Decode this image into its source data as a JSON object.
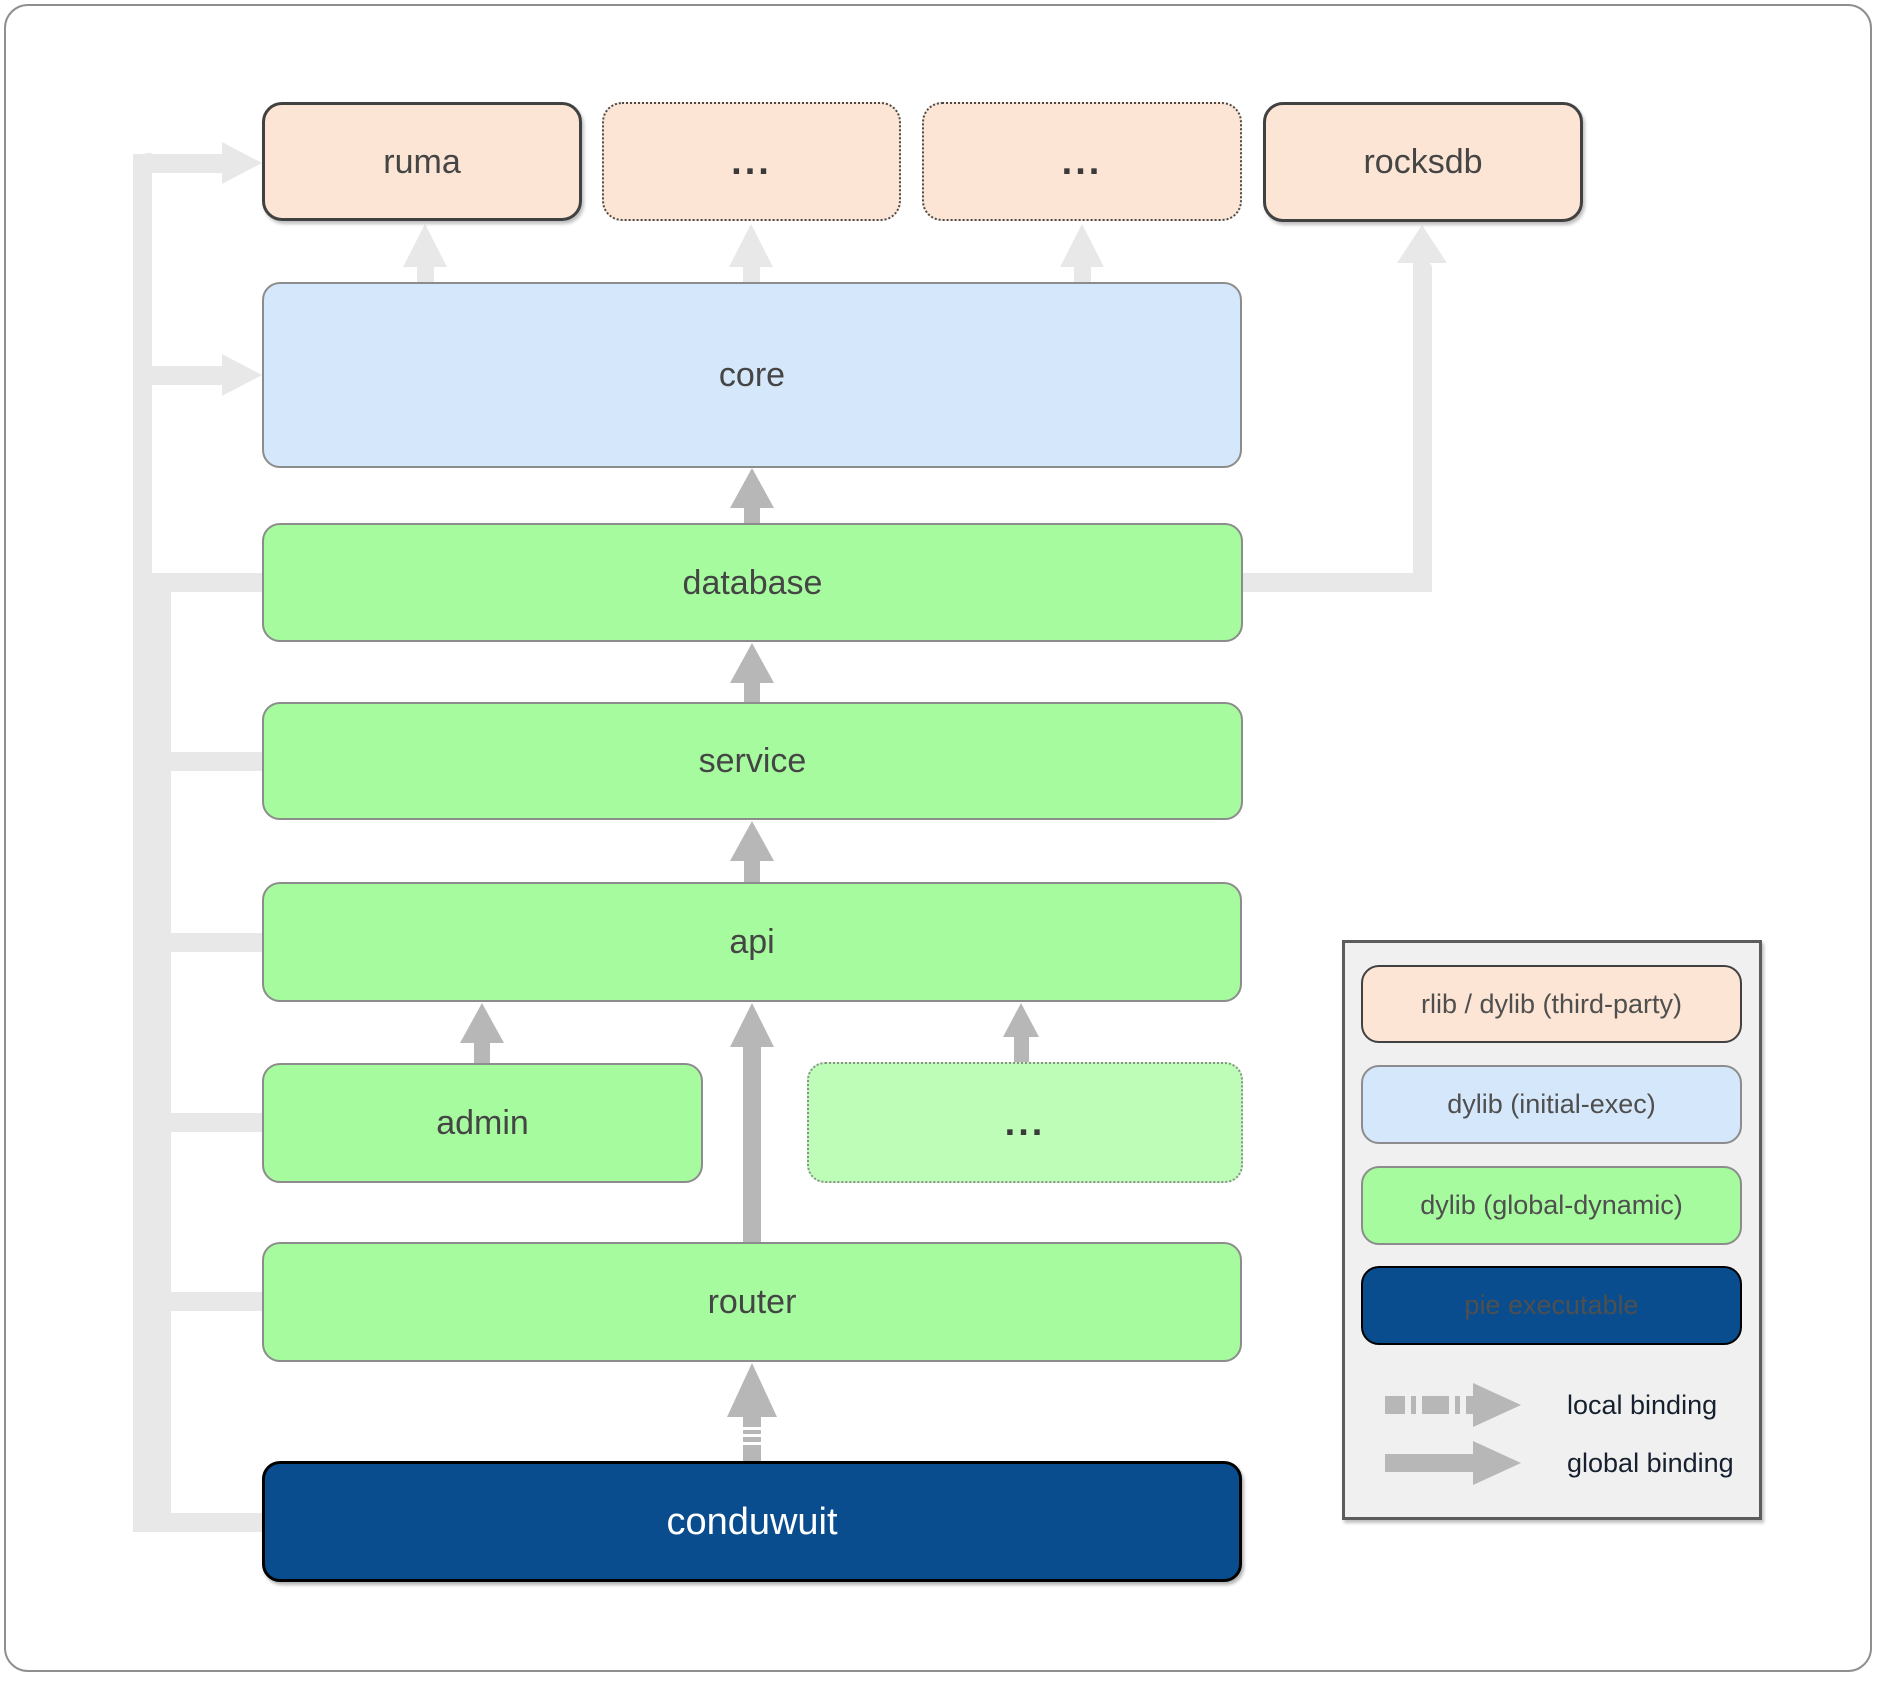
{
  "nodes": {
    "ruma": {
      "label": "ruma",
      "type": "third-party"
    },
    "dep1": {
      "label": "...",
      "type": "third-party"
    },
    "dep2": {
      "label": "...",
      "type": "third-party"
    },
    "rocksdb": {
      "label": "rocksdb",
      "type": "third-party"
    },
    "core": {
      "label": "core",
      "type": "initial-exec"
    },
    "database": {
      "label": "database",
      "type": "global-dynamic"
    },
    "service": {
      "label": "service",
      "type": "global-dynamic"
    },
    "api": {
      "label": "api",
      "type": "global-dynamic"
    },
    "admin": {
      "label": "admin",
      "type": "global-dynamic"
    },
    "more_services": {
      "label": "...",
      "type": "global-dynamic"
    },
    "router": {
      "label": "router",
      "type": "global-dynamic"
    },
    "conduwuit": {
      "label": "conduwuit",
      "type": "pie-executable"
    }
  },
  "edges": [
    {
      "from": "core",
      "to": "ruma",
      "binding": "global",
      "muted": true
    },
    {
      "from": "core",
      "to": "dep1",
      "binding": "global",
      "muted": true
    },
    {
      "from": "core",
      "to": "dep2",
      "binding": "global",
      "muted": true
    },
    {
      "from": "database",
      "to": "rocksdb",
      "binding": "global",
      "muted": true
    },
    {
      "from": "database",
      "to": "core",
      "binding": "global",
      "muted": false
    },
    {
      "from": "service",
      "to": "database",
      "binding": "global",
      "muted": false
    },
    {
      "from": "api",
      "to": "service",
      "binding": "global",
      "muted": false
    },
    {
      "from": "admin",
      "to": "api",
      "binding": "global",
      "muted": false
    },
    {
      "from": "more_services",
      "to": "api",
      "binding": "global",
      "muted": false
    },
    {
      "from": "router",
      "to": "api",
      "binding": "global",
      "muted": false
    },
    {
      "from": "conduwuit",
      "to": "router",
      "binding": "local",
      "muted": false
    },
    {
      "from": "conduwuit",
      "to": "ruma",
      "binding": "global",
      "muted": true
    },
    {
      "from": "conduwuit",
      "to": "core",
      "binding": "global",
      "muted": true
    },
    {
      "from": "conduwuit",
      "to": "database",
      "binding": "global",
      "muted": true
    },
    {
      "from": "conduwuit",
      "to": "service",
      "binding": "global",
      "muted": true
    },
    {
      "from": "conduwuit",
      "to": "api",
      "binding": "global",
      "muted": true
    },
    {
      "from": "conduwuit",
      "to": "admin",
      "binding": "global",
      "muted": true
    },
    {
      "from": "conduwuit",
      "to": "router",
      "binding": "global",
      "muted": true
    }
  ],
  "legend": {
    "items": [
      {
        "label": "rlib / dylib (third-party)",
        "type": "third-party"
      },
      {
        "label": "dylib (initial-exec)",
        "type": "initial-exec"
      },
      {
        "label": "dylib (global-dynamic)",
        "type": "global-dynamic"
      },
      {
        "label": "pie executable",
        "type": "pie-executable"
      }
    ],
    "bindings": [
      {
        "label": "local binding",
        "style": "dashed"
      },
      {
        "label": "global binding",
        "style": "solid"
      }
    ]
  },
  "colors": {
    "third_party_fill": "#fce5d4",
    "initial_exec_fill": "#d5e7fa",
    "global_dynamic_fill": "#a5fb9d",
    "global_dynamic_muted_fill": "#bdfdb7",
    "pie_executable_fill": "#0a4d8e",
    "muted_edge": "#e8e8e8",
    "edge": "#b7b7b7",
    "node_text": "#454545",
    "legend_background": "#f0f0f0"
  }
}
